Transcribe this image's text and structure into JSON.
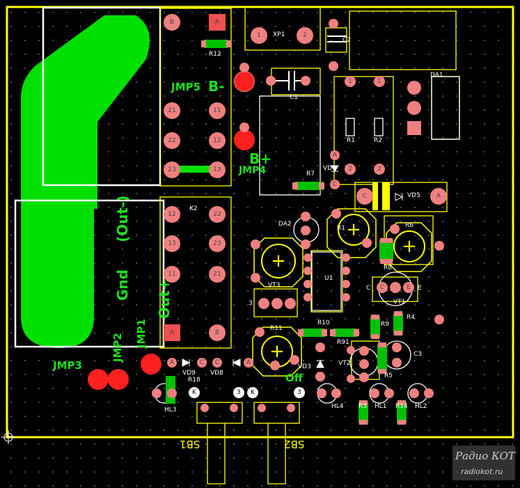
{
  "labels": {
    "xp1": "XP1",
    "c2": "C2",
    "c1": "C1",
    "da1": "DA1",
    "r12": "R12",
    "jmp5": "JMP5",
    "b_minus": "B-",
    "jmp4": "JMP4",
    "b_plus": "B+",
    "r1": "R1",
    "r2": "R2",
    "vd": "VD",
    "r7": "R7",
    "vd5": "VD5",
    "k2": "K2",
    "da2": "DA2",
    "r_top": "R1",
    "r6": "R6",
    "r8": "R8",
    "u1": "U1",
    "vt3": "VT3",
    "vt1": "VT1",
    "r10": "R10",
    "r9": "R9",
    "r4": "R4",
    "r11": "R11",
    "r91": "R91",
    "vd3": "VD3",
    "vt2": "VT2",
    "r5": "R5",
    "c3": "C3",
    "vd9": "VD9",
    "vd8": "VD8",
    "r18": "R18",
    "hl3": "HL3",
    "hl4": "HL4",
    "hl1": "HL1",
    "r3": "R3",
    "r14": "R14",
    "hl2": "HL2",
    "jmp3": "JMP3",
    "jmp2": "JMP2",
    "jmp1": "JMP1",
    "out_minus": "(Out-)",
    "gnd": "Gnd",
    "out_plus": "Out+",
    "off": "Off",
    "sb1": "SB1",
    "sb2": "SB2",
    "pin3": "3",
    "pin_c": "C",
    "pin_e": "E",
    "watermark_title": "Радио КОТ",
    "watermark_url": "radiokot.ru"
  },
  "pads": {
    "a": "A",
    "b": "B",
    "p1": "1",
    "p2": "2",
    "p3": "3",
    "p11": "11",
    "p12": "12",
    "p13": "13",
    "p21": "21",
    "p22": "22",
    "p23": "23",
    "c": "C",
    "e": "E",
    "k": "K"
  },
  "colors": {
    "board_outline": "#ffff00",
    "copper": "#00e000",
    "pad": "#f08080",
    "silkscreen": "#ffffff",
    "label": "#1ee01e",
    "component_outline": "#ffff00",
    "jumper_pad": "#ff0000"
  }
}
